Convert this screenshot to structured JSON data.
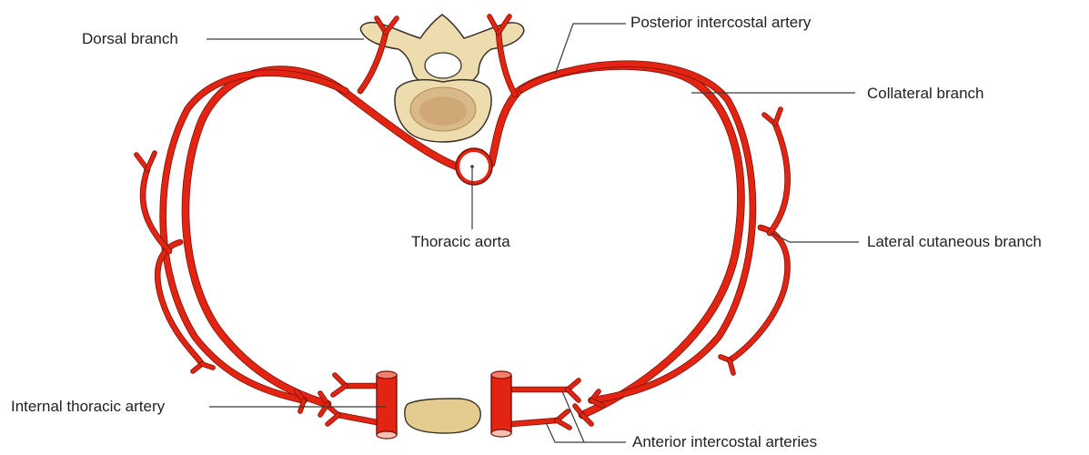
{
  "labels": {
    "dorsal_branch": "Dorsal branch",
    "posterior_intercostal_artery": "Posterior intercostal artery",
    "collateral_branch": "Collateral branch",
    "thoracic_aorta": "Thoracic aorta",
    "lateral_cutaneous_branch": "Lateral cutaneous branch",
    "internal_thoracic_artery": "Internal thoracic artery",
    "anterior_intercostal_arteries": "Anterior intercostal arteries"
  },
  "colors": {
    "artery": "#e32412",
    "artery_outline": "#7a1208",
    "bone": "#ecdcae",
    "bone_outline": "#3a3226",
    "cartilage": "#e4cc90",
    "leader": "#3a3a3a"
  }
}
